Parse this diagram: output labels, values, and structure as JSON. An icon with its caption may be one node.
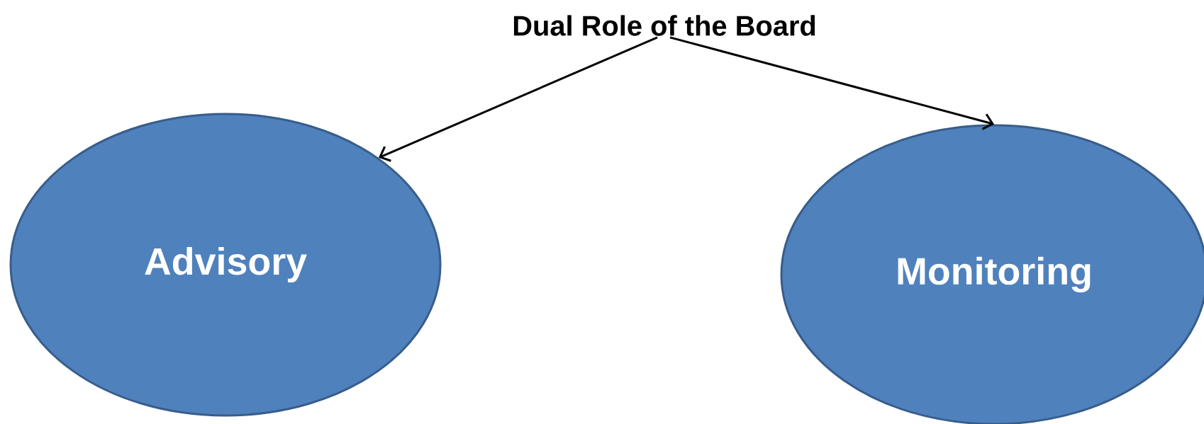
{
  "diagram": {
    "nodes": [
      {
        "text": [
          "Dual Role of the Board"
        ]
      },
      {
        "text": [
          "Advisory"
        ]
      },
      {
        "text": [
          "Monitoring"
        ]
      }
    ],
    "edges": [
      {
        "from": 0,
        "to": 1,
        "arrow": "to"
      },
      {
        "from": 0,
        "to": 2,
        "arrow": "to"
      }
    ]
  }
}
